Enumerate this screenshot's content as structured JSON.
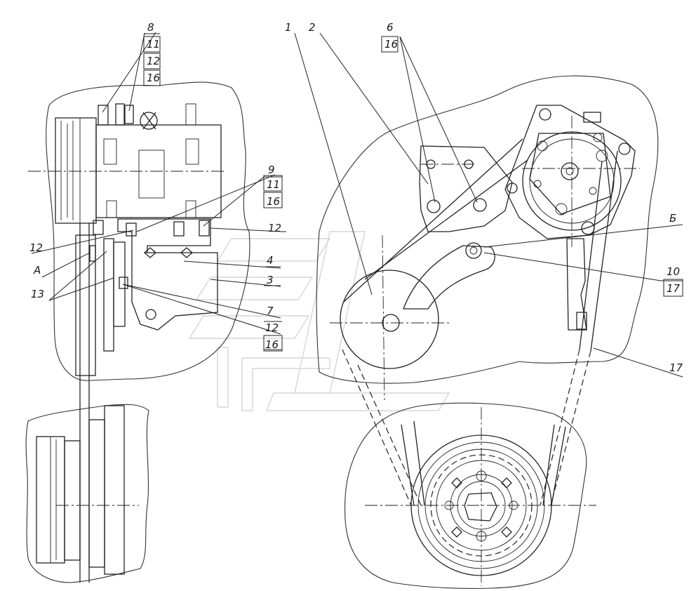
{
  "callouts": {
    "l1": "1",
    "l2": "2",
    "l3": "3",
    "l4": "4",
    "l6": "6",
    "l7": "7",
    "l8": "8",
    "l9": "9",
    "l10": "10",
    "l11a": "11",
    "l11b": "11",
    "l12a": "12",
    "l12b": "12",
    "l12c": "12",
    "l12d": "12",
    "l13": "13",
    "l16a": "16",
    "l16b": "16",
    "l16c": "16",
    "l16d": "16",
    "l17a": "17",
    "l17b": "17",
    "lA": "А",
    "lB": "Б"
  }
}
